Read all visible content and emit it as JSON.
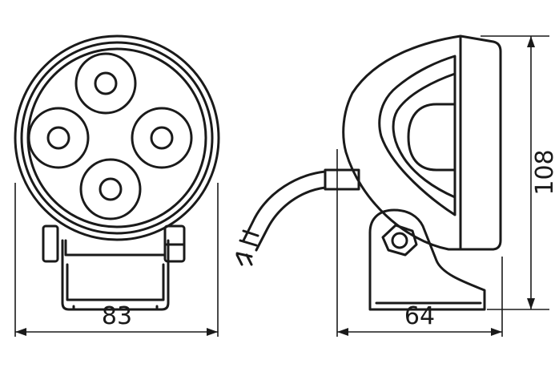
{
  "drawing": {
    "front_view": {
      "width_label": "83"
    },
    "side_view": {
      "depth_label": "64",
      "height_label": "108"
    }
  },
  "colors": {
    "line": "#1a1a1a",
    "background": "#ffffff"
  }
}
